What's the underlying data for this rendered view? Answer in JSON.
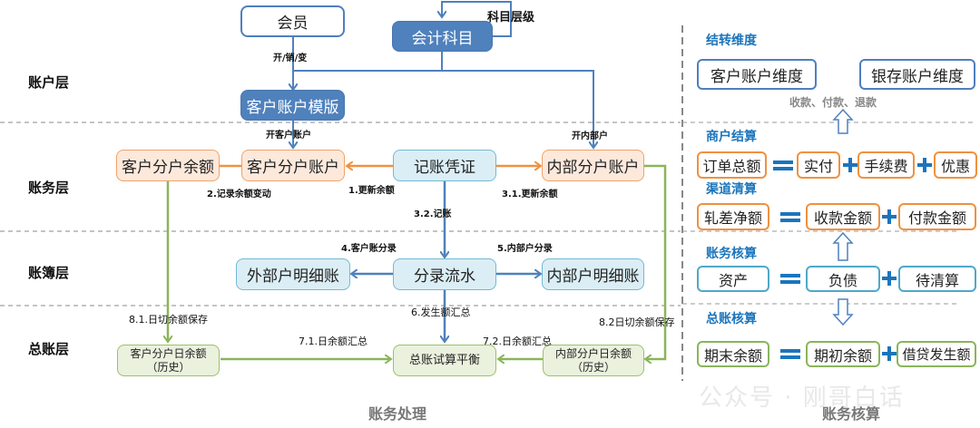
{
  "left_panel": {
    "footer": "账务处理",
    "layers": {
      "account": "账户层",
      "transaction": "账务层",
      "ledger_book": "账簿层",
      "general_ledger": "总账层"
    },
    "nodes": {
      "member": "会员",
      "account_subject": "会计科目",
      "customer_account_template": "客户账户模版",
      "customer_sub_balance": "客户分户余额",
      "customer_sub_account": "客户分户账户",
      "voucher": "记账凭证",
      "internal_sub_account": "内部分户账户",
      "external_detail_ledger": "外部户明细账",
      "entry_flow": "分录流水",
      "internal_detail_ledger": "内部户明细账",
      "customer_daily_balance": "客户分户日余额（历史）",
      "trial_balance": "总账试算平衡",
      "internal_daily_balance": "内部分户日余额（历史）"
    },
    "edge_labels": {
      "subject_hierarchy": "科目层级",
      "open_close_change": "开/销/变",
      "open_customer_account": "开客户账户",
      "open_internal_account": "开内部户",
      "record_balance_change": "2.记录余额变动",
      "update_balance": "1.更新余额",
      "update_balance_internal": "3.1.更新余额",
      "post_entry": "3.2.记账",
      "customer_entries": "4.客户账分录",
      "internal_entries": "5.内部户分录",
      "amount_summary": "6.发生额汇总",
      "daily_balance_summary_1": "7.1.日余额汇总",
      "daily_balance_summary_2": "7.2.日余额汇总",
      "daily_cut_save_1": "8.1.日切余额保存",
      "daily_cut_save_2": "8.2日切余额保存"
    }
  },
  "right_panel": {
    "footer": "账务核算",
    "watermark": "公众号 · 刚哥白话",
    "sections": [
      {
        "title": "结转维度",
        "boxes": [
          "客户账户维度",
          "银存账户维度"
        ],
        "note": "收款、付款、退款"
      },
      {
        "title": "商户结算",
        "equation": {
          "lhs": "订单总额",
          "rhs": [
            "实付",
            "手续费",
            "优惠"
          ]
        }
      },
      {
        "title": "渠道清算",
        "equation": {
          "lhs": "轧差净额",
          "rhs": [
            "收款金额",
            "付款金额"
          ]
        }
      },
      {
        "title": "账务核算",
        "equation": {
          "lhs": "资产",
          "rhs": [
            "负债",
            "待清算"
          ]
        }
      },
      {
        "title": "总账核算",
        "equation": {
          "lhs": "期末余额",
          "rhs": [
            "期初余额",
            "借贷发生额"
          ]
        }
      }
    ]
  },
  "colors": {
    "blue": "#4f81bd",
    "orange": "#f0913f",
    "green": "#8ab55a",
    "cyan": "#74b8d4",
    "accent_title": "#1b75bc"
  }
}
